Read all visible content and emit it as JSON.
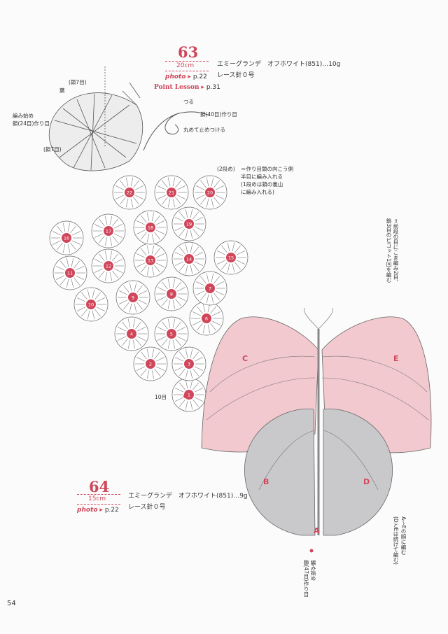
{
  "pattern63": {
    "number": "63",
    "size": "20cm",
    "photo_label": "photo",
    "photo_page": "p.22",
    "lesson_label": "Point Lesson",
    "lesson_page": "p.31",
    "yarn": "エミーグランデ　オフホワイト(851)…10g",
    "needle": "レース針０号"
  },
  "pattern64": {
    "number": "64",
    "size": "15cm",
    "photo_label": "photo",
    "photo_page": "p.22",
    "yarn": "エミーグランデ　オフホワイト(851)…9g",
    "needle": "レース針０号"
  },
  "annotations": {
    "leaf": "葉",
    "chain7_top": "(鎖7目)",
    "chain7_bottom": "(鎖7目)",
    "start_chain24": "編み始め\n鎖(24目)作り目",
    "tendril": "つる",
    "chain40": "鎖(40目)作り目",
    "tie_off": "丸めて止めつける",
    "stitch_note": "＝作り目鎖の向こう側\n半目に編み入れる\n(1段めは鎖の裏山\nに編み入れる)",
    "two_stitches": "(2段め)",
    "start_chain47": "編み始め\n鎖(47目)作り目",
    "picot_note": "＝前段の目にこま編み2目、\n鎖3目のピコット1回を編む",
    "ae_note": "A～Eの順に編む\n(DとEは続けて編む)",
    "rounds10": "10目"
  },
  "grape_numbers": [
    "1",
    "2",
    "3",
    "4",
    "5",
    "6",
    "7",
    "8",
    "9",
    "10",
    "11",
    "12",
    "13",
    "14",
    "15",
    "16",
    "17",
    "18",
    "19",
    "20",
    "21",
    "22"
  ],
  "wing_letters": [
    "A",
    "B",
    "C",
    "D",
    "E"
  ],
  "page_number": "54",
  "colors": {
    "accent": "#d0465a",
    "pink_wing": "#f1c9cf",
    "gray_wing": "#c9c9cc",
    "line": "#555555"
  }
}
